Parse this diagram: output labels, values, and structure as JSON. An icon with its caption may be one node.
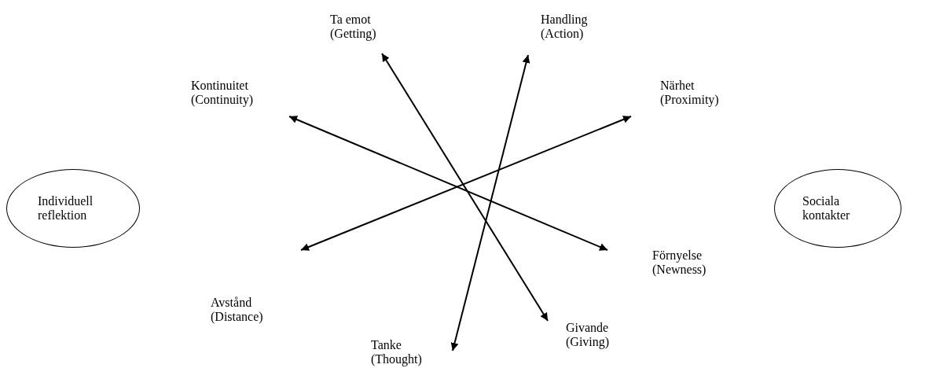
{
  "diagram": {
    "nodes": [
      {
        "text": [
          "Ta emot",
          "(Getting)"
        ]
      },
      {
        "text": [
          "Handling",
          "(Action)"
        ]
      },
      {
        "text": [
          "Kontinuitet",
          "(Continuity)"
        ]
      },
      {
        "text": [
          "Närhet",
          "(Proximity)"
        ]
      },
      {
        "text": [
          "Individuell reflektion"
        ]
      },
      {
        "text": [
          "Sociala kontakter"
        ]
      },
      {
        "text": [
          "Förnyelse",
          "(Newness)"
        ]
      },
      {
        "text": [
          "Avstånd",
          "(Distance)"
        ]
      },
      {
        "text": [
          "Givande",
          "(Giving)"
        ]
      },
      {
        "text": [
          "Tanke",
          "(Thought)"
        ]
      }
    ],
    "edges": [
      {
        "from": 0,
        "to": 8,
        "arrow": "both"
      },
      {
        "from": 1,
        "to": 9,
        "arrow": "both"
      },
      {
        "from": 2,
        "to": 6,
        "arrow": "both"
      },
      {
        "from": 3,
        "to": 7,
        "arrow": "both"
      }
    ]
  }
}
